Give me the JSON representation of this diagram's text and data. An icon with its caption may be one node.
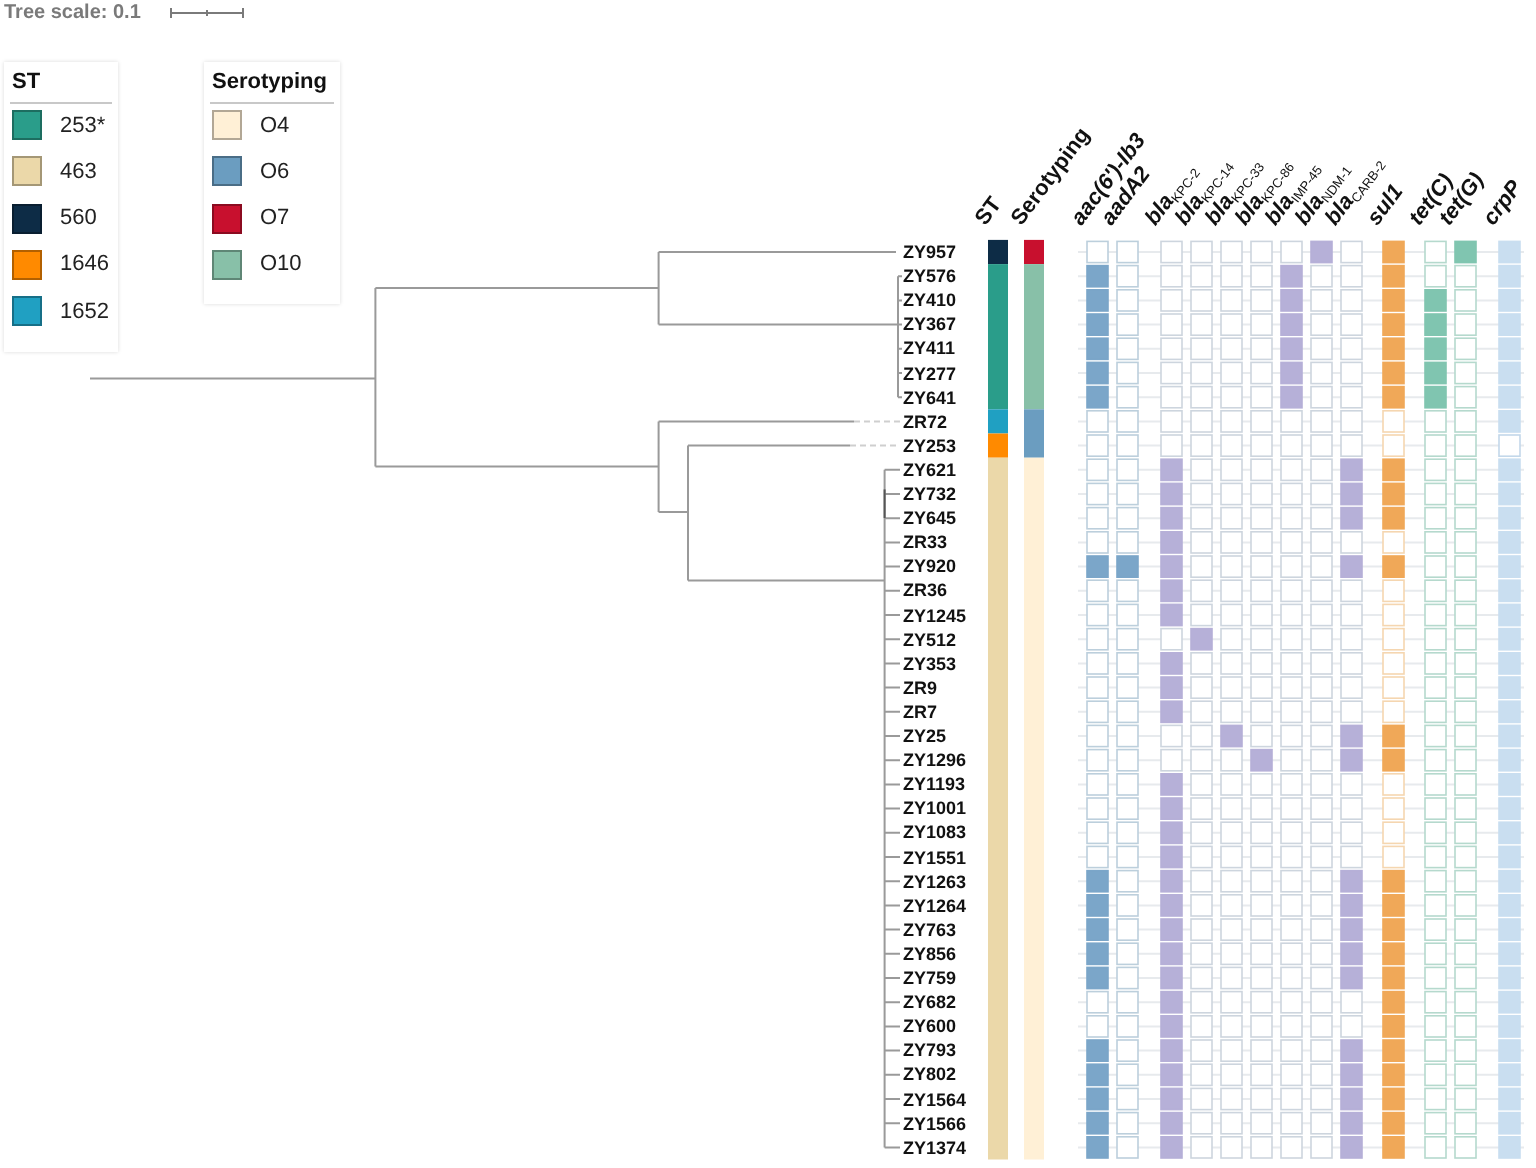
{
  "diagram": {
    "labels": [
      "Tree scale: 0.1",
      "ST",
      "Serotyping",
      "ST",
      "Serotyping",
      "aac(6')-Ib3",
      "aadA2",
      "bla$_{KPC-2}$",
      "bla$_{KPC-14}$",
      "bla$_{KPC-33}$",
      "bla$_{KPC-86}$",
      "bla$_{IMP-45}$",
      "bla$_{NDM-1}$",
      "bla$_{CARB-2}$",
      "sul1",
      "tet(C)",
      "tet(G)",
      "crpP",
      "ZY957",
      "ZY576",
      "ZY410",
      "ZY367",
      "ZY411",
      "ZY277",
      "ZY641",
      "ZR72",
      "ZY253",
      "ZY621",
      "ZY732",
      "ZY645",
      "ZR33",
      "ZY920",
      "ZR36",
      "ZY1245",
      "ZY512",
      "ZY353",
      "ZR9",
      "ZR7",
      "ZY25",
      "ZY1296",
      "ZY1193",
      "ZY1001",
      "ZY1083",
      "ZY1551",
      "ZY1263",
      "ZY1264",
      "ZY763",
      "ZY856",
      "ZY759",
      "ZY682",
      "ZY600",
      "ZY793",
      "ZY802",
      "ZY1564",
      "ZY1566",
      "ZY1374"
    ],
    "legend": [
      {
        "text": "253*",
        "color": "#2a9d8a"
      },
      {
        "text": "463",
        "color": "#ebd8a9"
      },
      {
        "text": "560",
        "color": "#0d2c46"
      },
      {
        "text": "1646",
        "color": "#ff8a00"
      },
      {
        "text": "1652",
        "color": "#20a0c2"
      },
      {
        "text": "O4",
        "color": "#fff0d6"
      },
      {
        "text": "O6",
        "color": "#6b9dc0"
      },
      {
        "text": "O7",
        "color": "#c8102e"
      },
      {
        "text": "O10",
        "color": "#88c0a8"
      }
    ]
  }
}
